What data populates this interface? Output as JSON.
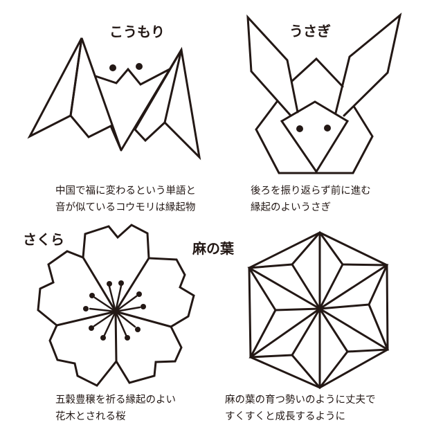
{
  "panels": {
    "bat": {
      "title": "こうもり",
      "caption": [
        "中国で福に変わるという単語と",
        "音が似ているコウモリは縁起物"
      ]
    },
    "rabbit": {
      "title": "うさぎ",
      "caption": [
        "後ろを振り返らず前に進む",
        "縁起のよいうさぎ"
      ]
    },
    "sakura": {
      "title": "さくら",
      "caption": [
        "五穀豊穣を祈る縁起のよい",
        "花木とされる桜"
      ]
    },
    "asanoha": {
      "title": "麻の葉",
      "caption": [
        "麻の葉の育つ勢いのように丈夫で",
        "すくすくと成長するように"
      ]
    }
  },
  "colors": {
    "line": "#231815",
    "background": "#ffffff"
  }
}
